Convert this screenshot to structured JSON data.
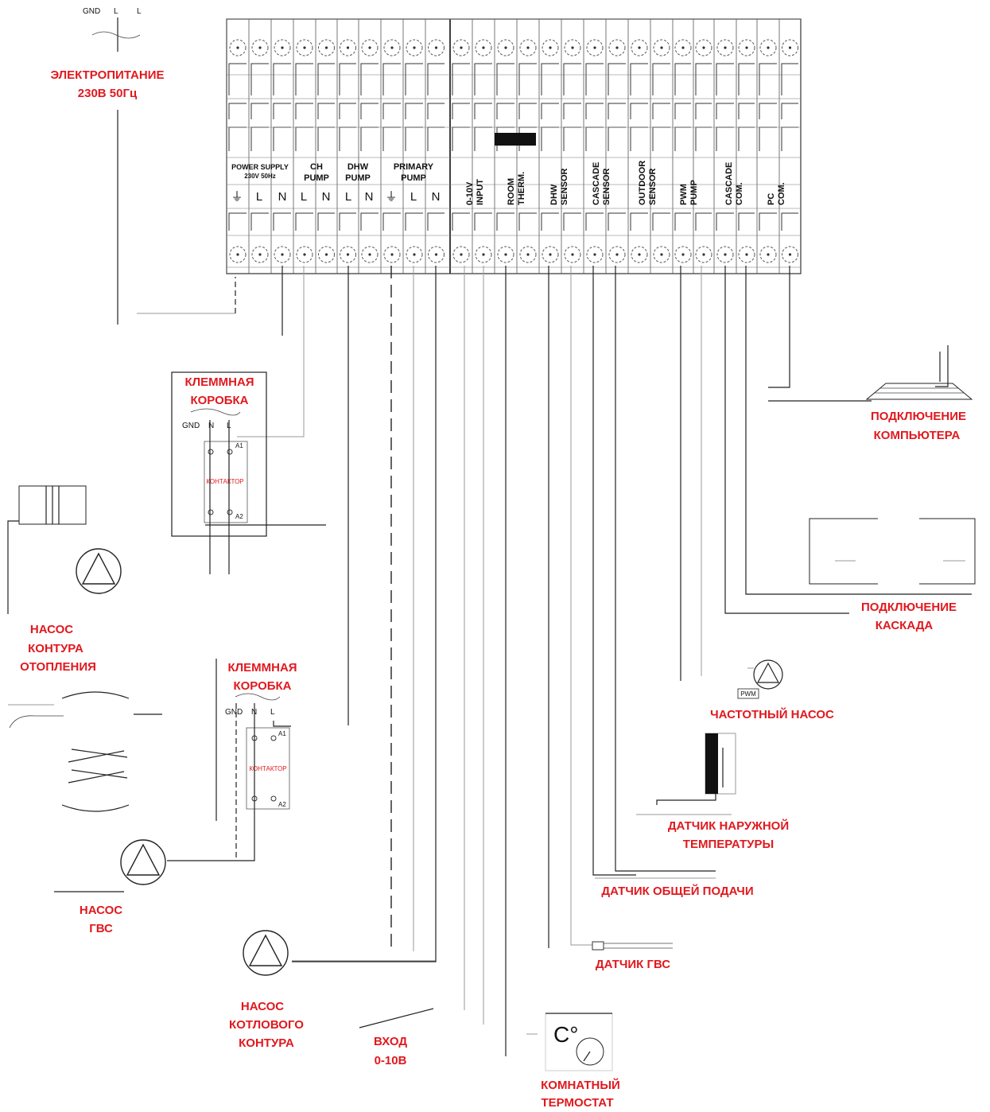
{
  "power": {
    "supply_top": [
      "GND",
      "L",
      "L"
    ],
    "label_line1": "ЭЛЕКТРОПИТАНИЕ",
    "label_line2": "230В 50Гц"
  },
  "terminal_block": {
    "headers": {
      "power_supply_1": "POWER SUPPLY",
      "power_supply_2": "230V 50Hz",
      "ch_pump_1": "CH",
      "ch_pump_2": "PUMP",
      "dhw_pump_1": "DHW",
      "dhw_pump_2": "PUMP",
      "primary_pump_1": "PRIMARY",
      "primary_pump_2": "PUMP",
      "input_1": "0-10V",
      "input_2": "INPUT",
      "room_1": "ROOM",
      "room_2": "THERM.",
      "dhw_sensor_1": "DHW",
      "dhw_sensor_2": "SENSOR",
      "cascade_sensor_1": "CASCADE",
      "cascade_sensor_2": "SENSOR",
      "outdoor_sensor_1": "OUTDOOR",
      "outdoor_sensor_2": "SENSOR",
      "pwm_pump_1": "PWM",
      "pwm_pump_2": "PUMP",
      "cascade_com_1": "CASCADE",
      "cascade_com_2": "COM.",
      "pc_com_1": "PC",
      "pc_com_2": "COM."
    },
    "terminals": [
      "⏚",
      "L",
      "N",
      "L",
      "N",
      "L",
      "N",
      "⏚",
      "L",
      "N"
    ]
  },
  "junction_box_1": {
    "title_1": "КЛЕММНАЯ",
    "title_2": "КОРОБКА",
    "gnd": "GND",
    "n": "N",
    "l": "L",
    "a1": "A1",
    "a2": "A2",
    "contactor": "КОНТАКТОР"
  },
  "junction_box_2": {
    "title_1": "КЛЕММНАЯ",
    "title_2": "КОРОБКА",
    "gnd": "GND",
    "n": "N",
    "l": "L",
    "a1": "A1",
    "a2": "A2",
    "contactor": "КОНТАКТОР"
  },
  "labels": {
    "ch_pump_1": "НАСОС",
    "ch_pump_2": "КОНТУРА",
    "ch_pump_3": "ОТОПЛЕНИЯ",
    "dhw_pump_1": "НАСОС",
    "dhw_pump_2": "ГВС",
    "boiler_pump_1": "НАСОС",
    "boiler_pump_2": "КОТЛОВОГО",
    "boiler_pump_3": "КОНТУРА",
    "input_1": "ВХОД",
    "input_2": "0-10В",
    "room_1": "КОМНАТНЫЙ",
    "room_2": "ТЕРМОСТАТ",
    "dhw_sensor": "ДАТЧИК ГВС",
    "flow_sensor": "ДАТЧИК ОБЩЕЙ ПОДАЧИ",
    "outdoor_1": "ДАТЧИК НАРУЖНОЙ",
    "outdoor_2": "ТЕМПЕРАТУРЫ",
    "pwm_pump": "ЧАСТОТНЫЙ НАСОС",
    "pwm_tag": "PWM",
    "cascade_1": "ПОДКЛЮЧЕНИЕ",
    "cascade_2": "КАСКАДА",
    "pc_1": "ПОДКЛЮЧЕНИЕ",
    "pc_2": "КОМПЬЮТЕРА",
    "thermostat_symbol": "C°"
  },
  "colors": {
    "label": "#e0191e",
    "line": "#222222"
  }
}
